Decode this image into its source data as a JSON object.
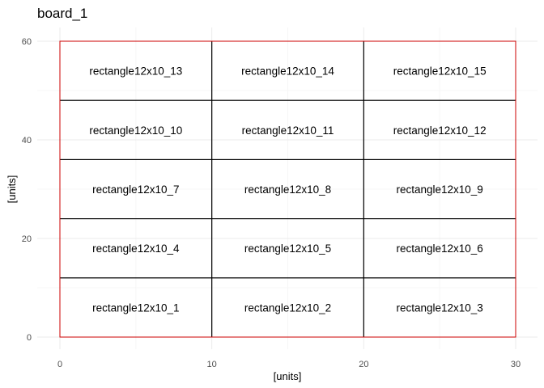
{
  "chart_data": {
    "type": "rect-layout",
    "title": "board_1",
    "xlabel": "[units]",
    "ylabel": "[units]",
    "xlim": [
      0,
      30
    ],
    "ylim": [
      0,
      60
    ],
    "x_ticks": [
      0,
      10,
      20,
      30
    ],
    "y_ticks": [
      0,
      20,
      40,
      60
    ],
    "grid": true,
    "board": {
      "name": "board_1",
      "x0": 0,
      "y0": 0,
      "x1": 30,
      "y1": 60,
      "color": "#cc0000"
    },
    "rectangles": [
      {
        "label": "rectangle12x10_1",
        "x0": 0,
        "y0": 0,
        "x1": 10,
        "y1": 12
      },
      {
        "label": "rectangle12x10_2",
        "x0": 10,
        "y0": 0,
        "x1": 20,
        "y1": 12
      },
      {
        "label": "rectangle12x10_3",
        "x0": 20,
        "y0": 0,
        "x1": 30,
        "y1": 12
      },
      {
        "label": "rectangle12x10_4",
        "x0": 0,
        "y0": 12,
        "x1": 10,
        "y1": 24
      },
      {
        "label": "rectangle12x10_5",
        "x0": 10,
        "y0": 12,
        "x1": 20,
        "y1": 24
      },
      {
        "label": "rectangle12x10_6",
        "x0": 20,
        "y0": 12,
        "x1": 30,
        "y1": 24
      },
      {
        "label": "rectangle12x10_7",
        "x0": 0,
        "y0": 24,
        "x1": 10,
        "y1": 36
      },
      {
        "label": "rectangle12x10_8",
        "x0": 10,
        "y0": 24,
        "x1": 20,
        "y1": 36
      },
      {
        "label": "rectangle12x10_9",
        "x0": 20,
        "y0": 24,
        "x1": 30,
        "y1": 36
      },
      {
        "label": "rectangle12x10_10",
        "x0": 0,
        "y0": 36,
        "x1": 10,
        "y1": 48
      },
      {
        "label": "rectangle12x10_11",
        "x0": 10,
        "y0": 36,
        "x1": 20,
        "y1": 48
      },
      {
        "label": "rectangle12x10_12",
        "x0": 20,
        "y0": 36,
        "x1": 30,
        "y1": 48
      },
      {
        "label": "rectangle12x10_13",
        "x0": 0,
        "y0": 48,
        "x1": 10,
        "y1": 60
      },
      {
        "label": "rectangle12x10_14",
        "x0": 10,
        "y0": 48,
        "x1": 20,
        "y1": 60
      },
      {
        "label": "rectangle12x10_15",
        "x0": 20,
        "y0": 48,
        "x1": 30,
        "y1": 60
      }
    ]
  }
}
